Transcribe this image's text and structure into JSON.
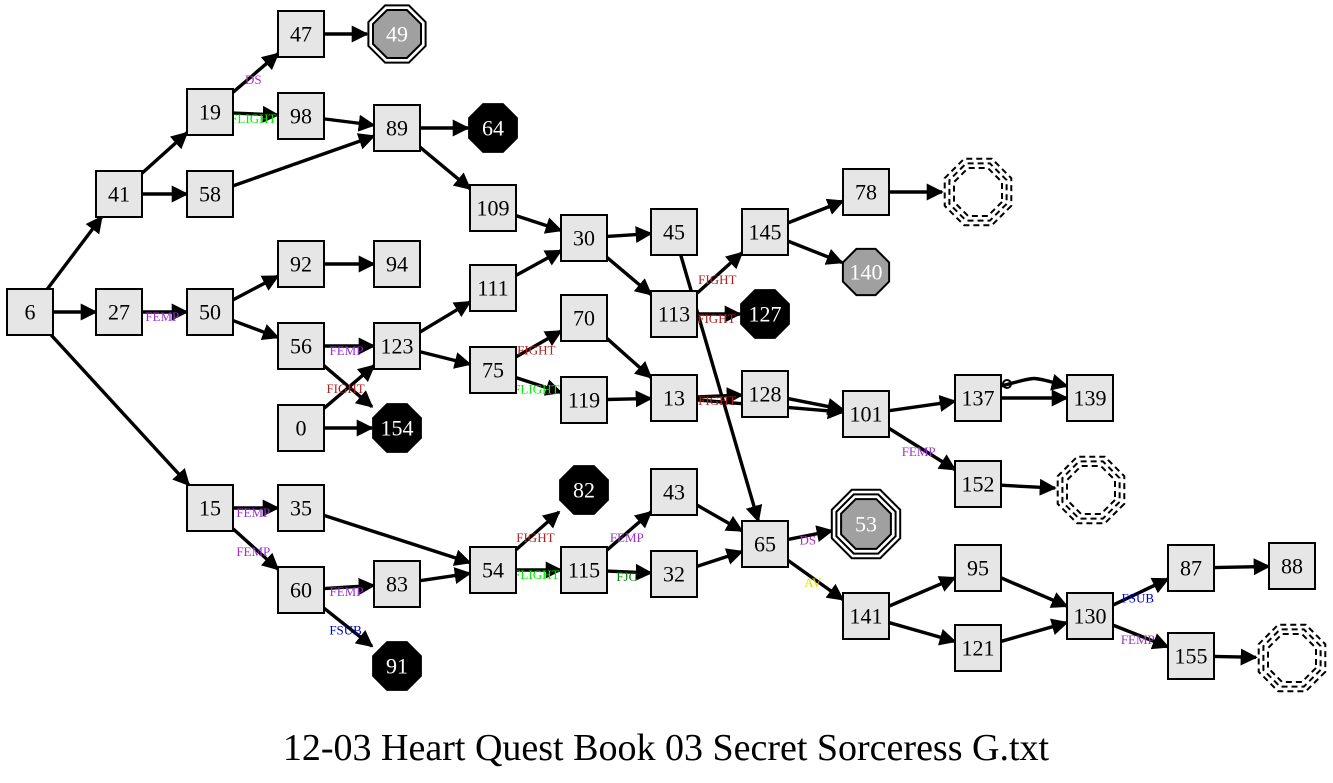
{
  "title": "12-03 Heart Quest Book 03 Secret Sorceress G.txt",
  "colors": {
    "box_fill": "#e6e6e6",
    "gray_end": "#a0a0a0",
    "black_end": "#000000",
    "fight": "#b22222",
    "femp": "#9932cc",
    "flight": "#00ee00",
    "fsub": "#0000cd",
    "ds": "#b22ac2",
    "av": "#e0e000",
    "fjc": "#008000"
  },
  "nodes": [
    {
      "id": "6",
      "shape": "box"
    },
    {
      "id": "41",
      "shape": "box"
    },
    {
      "id": "27",
      "shape": "box"
    },
    {
      "id": "15",
      "shape": "box"
    },
    {
      "id": "19",
      "shape": "box"
    },
    {
      "id": "58",
      "shape": "box"
    },
    {
      "id": "47",
      "shape": "box"
    },
    {
      "id": "98",
      "shape": "box"
    },
    {
      "id": "49",
      "shape": "gray-double-octagon"
    },
    {
      "id": "89",
      "shape": "box"
    },
    {
      "id": "64",
      "shape": "black-octagon"
    },
    {
      "id": "109",
      "shape": "box"
    },
    {
      "id": "50",
      "shape": "box"
    },
    {
      "id": "92",
      "shape": "box"
    },
    {
      "id": "94",
      "shape": "box"
    },
    {
      "id": "56",
      "shape": "box"
    },
    {
      "id": "123",
      "shape": "box"
    },
    {
      "id": "0",
      "shape": "box"
    },
    {
      "id": "154",
      "shape": "black-octagon"
    },
    {
      "id": "111",
      "shape": "box"
    },
    {
      "id": "30",
      "shape": "box"
    },
    {
      "id": "75",
      "shape": "box"
    },
    {
      "id": "70",
      "shape": "box"
    },
    {
      "id": "119",
      "shape": "box"
    },
    {
      "id": "45",
      "shape": "box"
    },
    {
      "id": "113",
      "shape": "box"
    },
    {
      "id": "13",
      "shape": "box"
    },
    {
      "id": "127",
      "shape": "black-octagon"
    },
    {
      "id": "145",
      "shape": "box"
    },
    {
      "id": "78",
      "shape": "box"
    },
    {
      "id": "140",
      "shape": "gray-octagon"
    },
    {
      "id": "128",
      "shape": "box"
    },
    {
      "id": "101",
      "shape": "box"
    },
    {
      "id": "137",
      "shape": "box"
    },
    {
      "id": "139",
      "shape": "box"
    },
    {
      "id": "152",
      "shape": "box"
    },
    {
      "id": "35",
      "shape": "box"
    },
    {
      "id": "60",
      "shape": "box"
    },
    {
      "id": "83",
      "shape": "box"
    },
    {
      "id": "91",
      "shape": "black-octagon"
    },
    {
      "id": "54",
      "shape": "box"
    },
    {
      "id": "82",
      "shape": "black-octagon"
    },
    {
      "id": "115",
      "shape": "box"
    },
    {
      "id": "43",
      "shape": "box"
    },
    {
      "id": "32",
      "shape": "box"
    },
    {
      "id": "65",
      "shape": "box"
    },
    {
      "id": "53",
      "shape": "gray-triple-octagon"
    },
    {
      "id": "141",
      "shape": "box"
    },
    {
      "id": "95",
      "shape": "box"
    },
    {
      "id": "121",
      "shape": "box"
    },
    {
      "id": "130",
      "shape": "box"
    },
    {
      "id": "87",
      "shape": "box"
    },
    {
      "id": "88",
      "shape": "box"
    },
    {
      "id": "155",
      "shape": "box"
    },
    {
      "id": "",
      "shape": "dashed-octagon",
      "ref": "end-78"
    },
    {
      "id": "",
      "shape": "dashed-octagon",
      "ref": "end-152"
    },
    {
      "id": "",
      "shape": "dashed-octagon",
      "ref": "end-155"
    }
  ],
  "edges": [
    {
      "from": "6",
      "to": "41"
    },
    {
      "from": "6",
      "to": "27"
    },
    {
      "from": "6",
      "to": "15"
    },
    {
      "from": "41",
      "to": "19"
    },
    {
      "from": "41",
      "to": "58"
    },
    {
      "from": "19",
      "to": "47",
      "label": "DS",
      "color": "ds"
    },
    {
      "from": "19",
      "to": "98",
      "label": "FLIGHT",
      "color": "flight"
    },
    {
      "from": "47",
      "to": "49"
    },
    {
      "from": "98",
      "to": "89"
    },
    {
      "from": "58",
      "to": "89"
    },
    {
      "from": "89",
      "to": "64"
    },
    {
      "from": "89",
      "to": "109"
    },
    {
      "from": "109",
      "to": "30"
    },
    {
      "from": "27",
      "to": "50",
      "label": "FEMP",
      "color": "femp"
    },
    {
      "from": "50",
      "to": "92"
    },
    {
      "from": "50",
      "to": "56"
    },
    {
      "from": "92",
      "to": "94"
    },
    {
      "from": "56",
      "to": "123",
      "label": "FEMP",
      "color": "femp"
    },
    {
      "from": "56",
      "to": "154",
      "label": "FIGHT",
      "color": "fight"
    },
    {
      "from": "0",
      "to": "123"
    },
    {
      "from": "0",
      "to": "154"
    },
    {
      "from": "123",
      "to": "111"
    },
    {
      "from": "123",
      "to": "75"
    },
    {
      "from": "111",
      "to": "30"
    },
    {
      "from": "75",
      "to": "70",
      "label": "FIGHT",
      "color": "fight"
    },
    {
      "from": "75",
      "to": "119",
      "label": "FLIGHT",
      "color": "flight"
    },
    {
      "from": "70",
      "to": "13"
    },
    {
      "from": "119",
      "to": "13"
    },
    {
      "from": "30",
      "to": "45"
    },
    {
      "from": "30",
      "to": "113"
    },
    {
      "from": "45",
      "to": "65"
    },
    {
      "from": "113",
      "to": "145",
      "label": "FIGHT",
      "color": "fight"
    },
    {
      "from": "113",
      "to": "127",
      "label": "FIGHT",
      "color": "fight"
    },
    {
      "from": "145",
      "to": "78"
    },
    {
      "from": "145",
      "to": "140"
    },
    {
      "from": "78",
      "to": "end-78"
    },
    {
      "from": "13",
      "to": "128",
      "label": "FIGHT",
      "color": "fight"
    },
    {
      "from": "13",
      "to": "101",
      "label": "FIGHT",
      "color": "fight"
    },
    {
      "from": "128",
      "to": "101"
    },
    {
      "from": "101",
      "to": "137"
    },
    {
      "from": "101",
      "to": "152",
      "label": "FEMP",
      "color": "femp"
    },
    {
      "from": "137",
      "to": "139"
    },
    {
      "from": "137",
      "to": "139",
      "style": "odot"
    },
    {
      "from": "152",
      "to": "end-152"
    },
    {
      "from": "15",
      "to": "35",
      "label": "FEMP",
      "color": "femp"
    },
    {
      "from": "15",
      "to": "60",
      "label": "FEMP",
      "color": "femp"
    },
    {
      "from": "35",
      "to": "54"
    },
    {
      "from": "60",
      "to": "83",
      "label": "FEMP",
      "color": "femp"
    },
    {
      "from": "60",
      "to": "91",
      "label": "FSUB",
      "color": "fsub"
    },
    {
      "from": "83",
      "to": "54"
    },
    {
      "from": "54",
      "to": "82",
      "label": "FIGHT",
      "color": "fight"
    },
    {
      "from": "54",
      "to": "115",
      "label": "FLIGHT",
      "color": "flight"
    },
    {
      "from": "115",
      "to": "43",
      "label": "FEMP",
      "color": "femp"
    },
    {
      "from": "115",
      "to": "32",
      "label": "FJC",
      "color": "fjc"
    },
    {
      "from": "43",
      "to": "65"
    },
    {
      "from": "32",
      "to": "65"
    },
    {
      "from": "65",
      "to": "53",
      "label": "DS",
      "color": "ds"
    },
    {
      "from": "65",
      "to": "141",
      "label": "AV",
      "color": "av"
    },
    {
      "from": "141",
      "to": "95"
    },
    {
      "from": "141",
      "to": "121"
    },
    {
      "from": "95",
      "to": "130"
    },
    {
      "from": "121",
      "to": "130"
    },
    {
      "from": "130",
      "to": "87",
      "label": "FSUB",
      "color": "fsub"
    },
    {
      "from": "130",
      "to": "155",
      "label": "FEMP",
      "color": "femp"
    },
    {
      "from": "87",
      "to": "88"
    },
    {
      "from": "155",
      "to": "end-155"
    }
  ]
}
